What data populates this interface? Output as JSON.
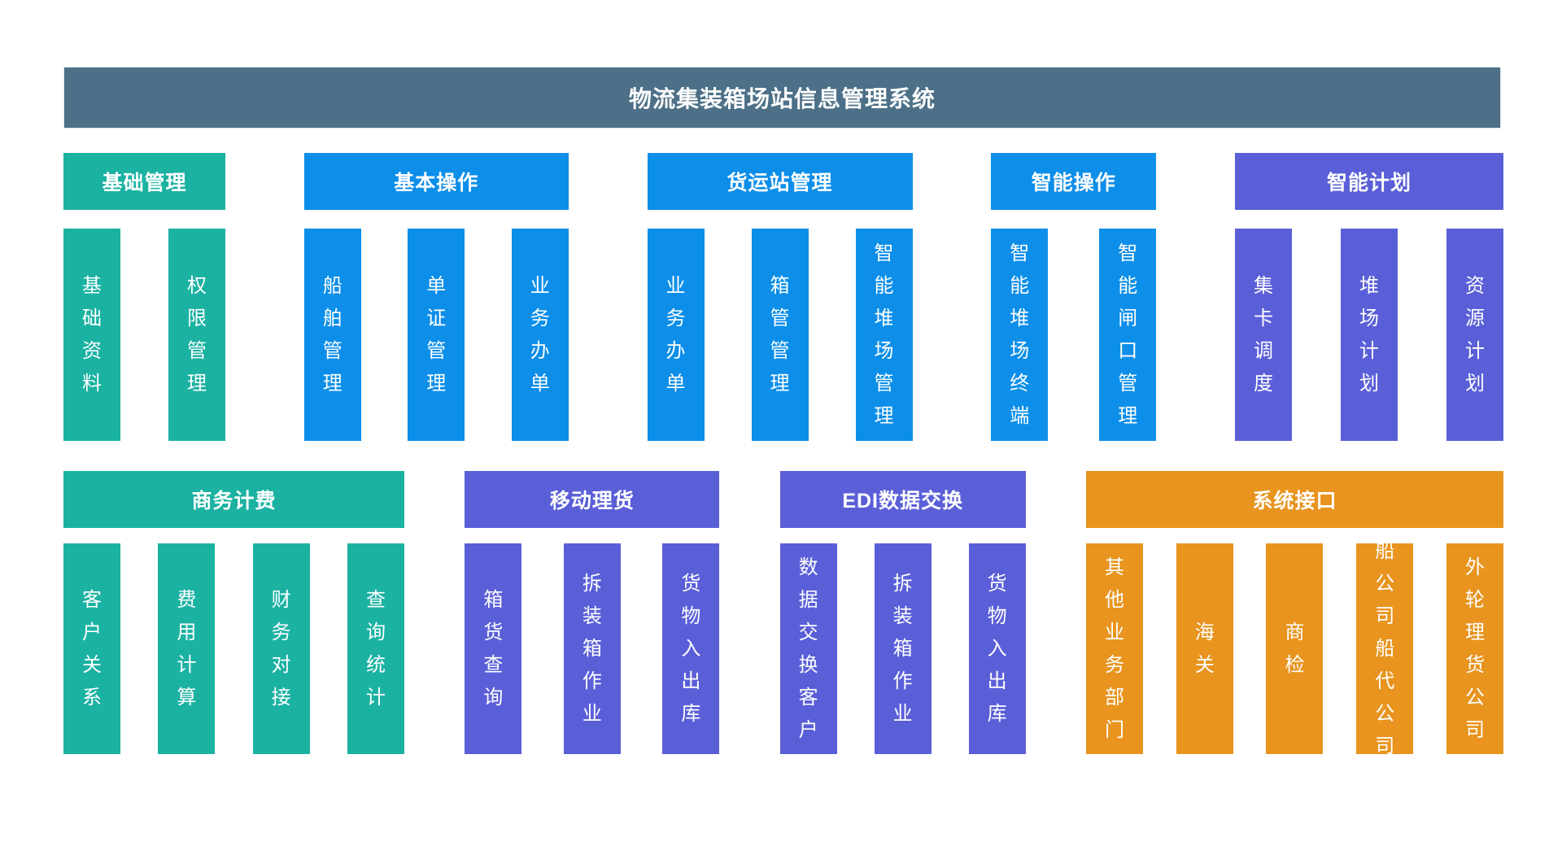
{
  "title": "物流集装箱场站信息管理系统",
  "colors": {
    "banner": "#4d7088",
    "teal": "#1bb2a2",
    "blue": "#0c8ee9",
    "purple": "#5a5fd8",
    "orange": "#e8941e",
    "text": "#ffffff"
  },
  "rows": [
    {
      "groups": [
        {
          "label": "基础管理",
          "color": "teal",
          "items": [
            "基础资料",
            "权限管理"
          ]
        },
        {
          "label": "基本操作",
          "color": "blue",
          "items": [
            "船舶管理",
            "单证管理",
            "业务办单"
          ]
        },
        {
          "label": "货运站管理",
          "color": "blue",
          "items": [
            "业务办单",
            "箱管管理",
            "智能堆场管理"
          ]
        },
        {
          "label": "智能操作",
          "color": "blue",
          "items": [
            "智能堆场终端",
            "智能闸口管理"
          ]
        },
        {
          "label": "智能计划",
          "color": "purple",
          "items": [
            "集卡调度",
            "堆场计划",
            "资源计划"
          ]
        }
      ]
    },
    {
      "groups": [
        {
          "label": "商务计费",
          "color": "teal",
          "items": [
            "客户关系",
            "费用计算",
            "财务对接",
            "查询统计"
          ]
        },
        {
          "label": "移动理货",
          "color": "purple",
          "items": [
            "箱货查询",
            "拆装箱作业",
            "货物入出库"
          ]
        },
        {
          "label": "EDI数据交换",
          "color": "purple",
          "items": [
            "数据交换客户",
            "拆装箱作业",
            "货物入出库"
          ]
        },
        {
          "label": "系统接口",
          "color": "orange",
          "items": [
            "其他业务部门",
            "海关",
            "商检",
            "船公司船代公司",
            "外轮理货公司"
          ]
        }
      ]
    }
  ]
}
